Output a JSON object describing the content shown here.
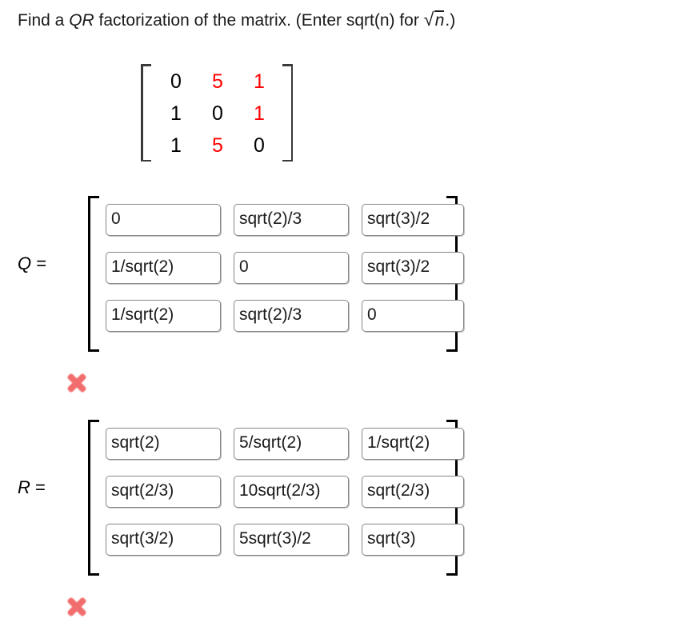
{
  "prompt": {
    "part1": "Find a ",
    "qr": "QR",
    "part2": " factorization of the matrix. (Enter sqrt(n) for ",
    "radical_glyph": "√",
    "radical_arg": "n",
    "part3": ".)"
  },
  "given_matrix": {
    "rows": [
      [
        {
          "text": "0",
          "color": "black"
        },
        {
          "text": "5",
          "color": "red"
        },
        {
          "text": "1",
          "color": "red"
        }
      ],
      [
        {
          "text": "1",
          "color": "black"
        },
        {
          "text": "0",
          "color": "black"
        },
        {
          "text": "1",
          "color": "red"
        }
      ],
      [
        {
          "text": "1",
          "color": "black"
        },
        {
          "text": "5",
          "color": "red"
        },
        {
          "text": "0",
          "color": "black"
        }
      ]
    ],
    "red_hex": "#ff0000",
    "black_hex": "#000000"
  },
  "answers": [
    {
      "label": "Q",
      "equals": "=",
      "rows": [
        [
          "0",
          "sqrt(2)/3",
          "sqrt(3)/2"
        ],
        [
          "1/sqrt(2)",
          "0",
          "sqrt(3)/2"
        ],
        [
          "1/sqrt(2)",
          "sqrt(2)/3",
          "0"
        ]
      ],
      "status": "incorrect",
      "status_icon": "x-mark-icon"
    },
    {
      "label": "R",
      "equals": "=",
      "rows": [
        [
          "sqrt(2)",
          "5/sqrt(2)",
          "1/sqrt(2)"
        ],
        [
          "sqrt(2/3)",
          "10sqrt(2/3)",
          "sqrt(2/3)"
        ],
        [
          "sqrt(3/2)",
          "5sqrt(3)/2",
          "sqrt(3)"
        ]
      ],
      "status": "incorrect",
      "status_icon": "x-mark-icon"
    }
  ],
  "colors": {
    "x_mark": "#f26d6d",
    "field_border": "#868686",
    "text": "#1a1a1a"
  }
}
